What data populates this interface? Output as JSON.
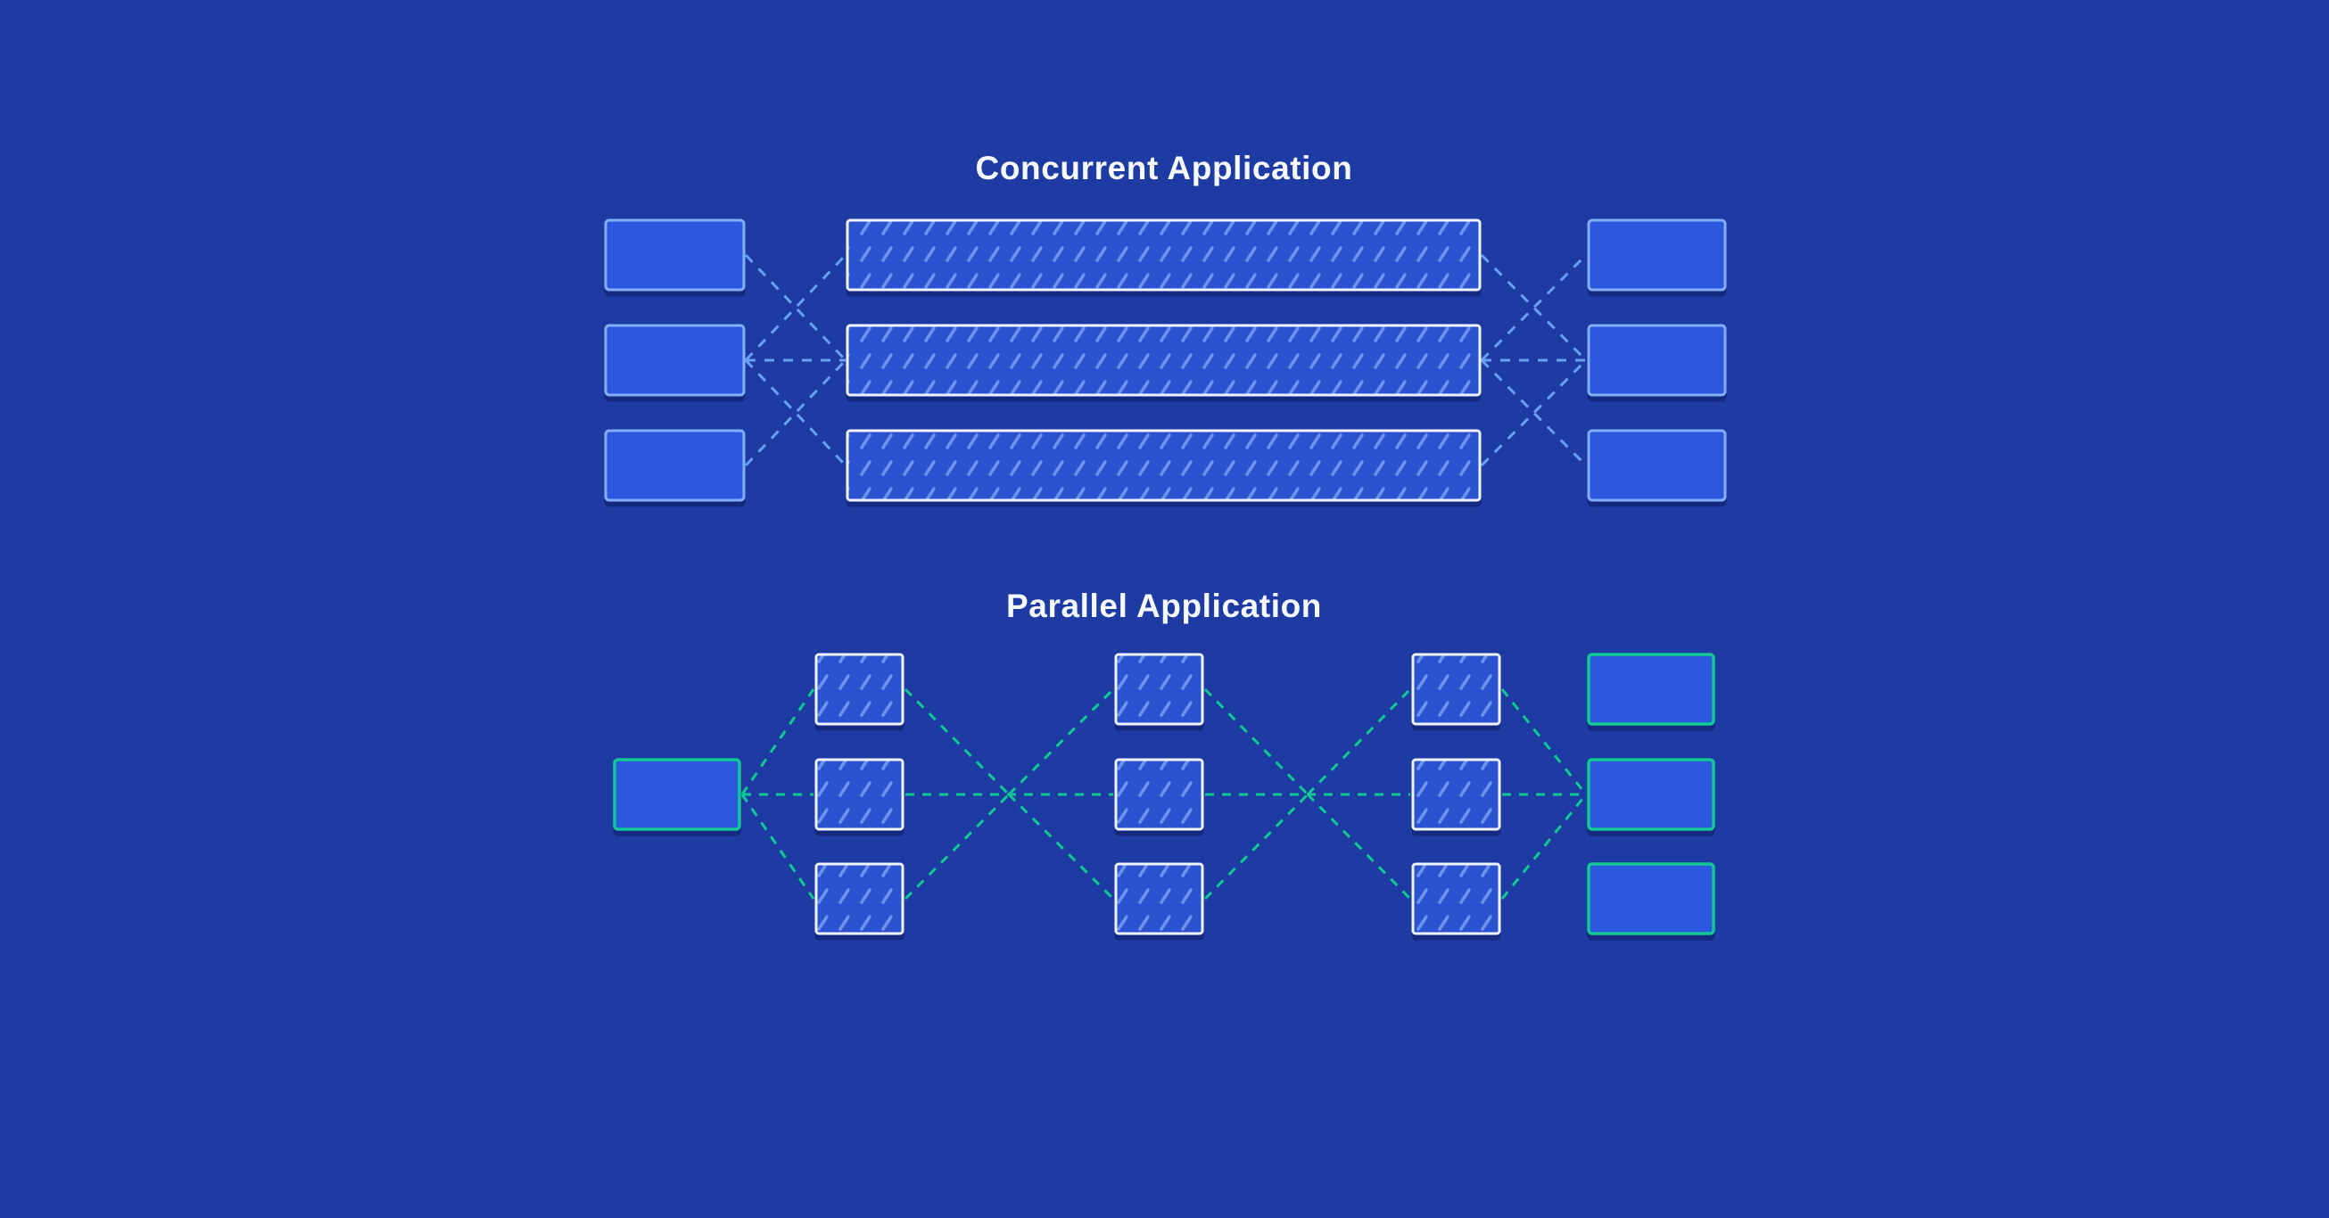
{
  "concurrent": {
    "title": "Concurrent Application",
    "input_boxes": 3,
    "thread_bars": 3,
    "output_boxes": 3
  },
  "parallel": {
    "title": "Parallel Application",
    "source_boxes": 1,
    "worker_columns": 3,
    "workers_per_column": 3,
    "output_boxes": 3
  },
  "colors": {
    "background": "#1d3ba3",
    "box_fill": "#2b58de",
    "box_border_blue": "#84aef8",
    "hatch_base": "#2c53cf",
    "hatch_stroke": "#6d93f0",
    "bar_border": "#eef3ff",
    "blue_connector": "#6aa0f4",
    "green_accent": "#10c993",
    "title_text": "#f5f8ff"
  }
}
